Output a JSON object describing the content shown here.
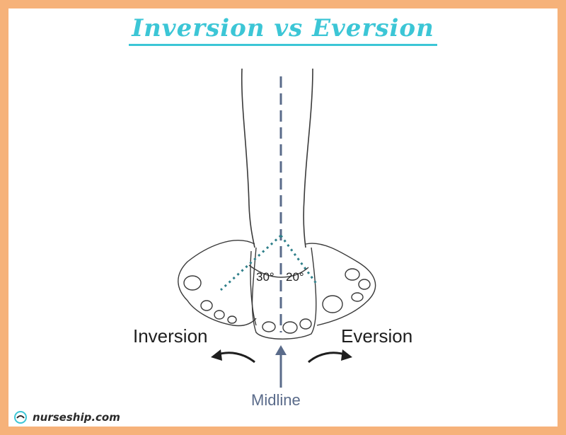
{
  "title": "Inversion vs Eversion",
  "labels": {
    "inversion": "Inversion",
    "eversion": "Eversion",
    "midline": "Midline",
    "angle_inversion": "30°",
    "angle_eversion": "20°"
  },
  "watermark": "nurseship.com",
  "colors": {
    "border": "#f6b27a",
    "title": "#3cc6d6",
    "dotted_lines": "#2f7f8a",
    "midline": "#5a6b8a",
    "arrows": "#1e1e1e"
  },
  "icons": {
    "logo": "nurse-cap-icon"
  }
}
